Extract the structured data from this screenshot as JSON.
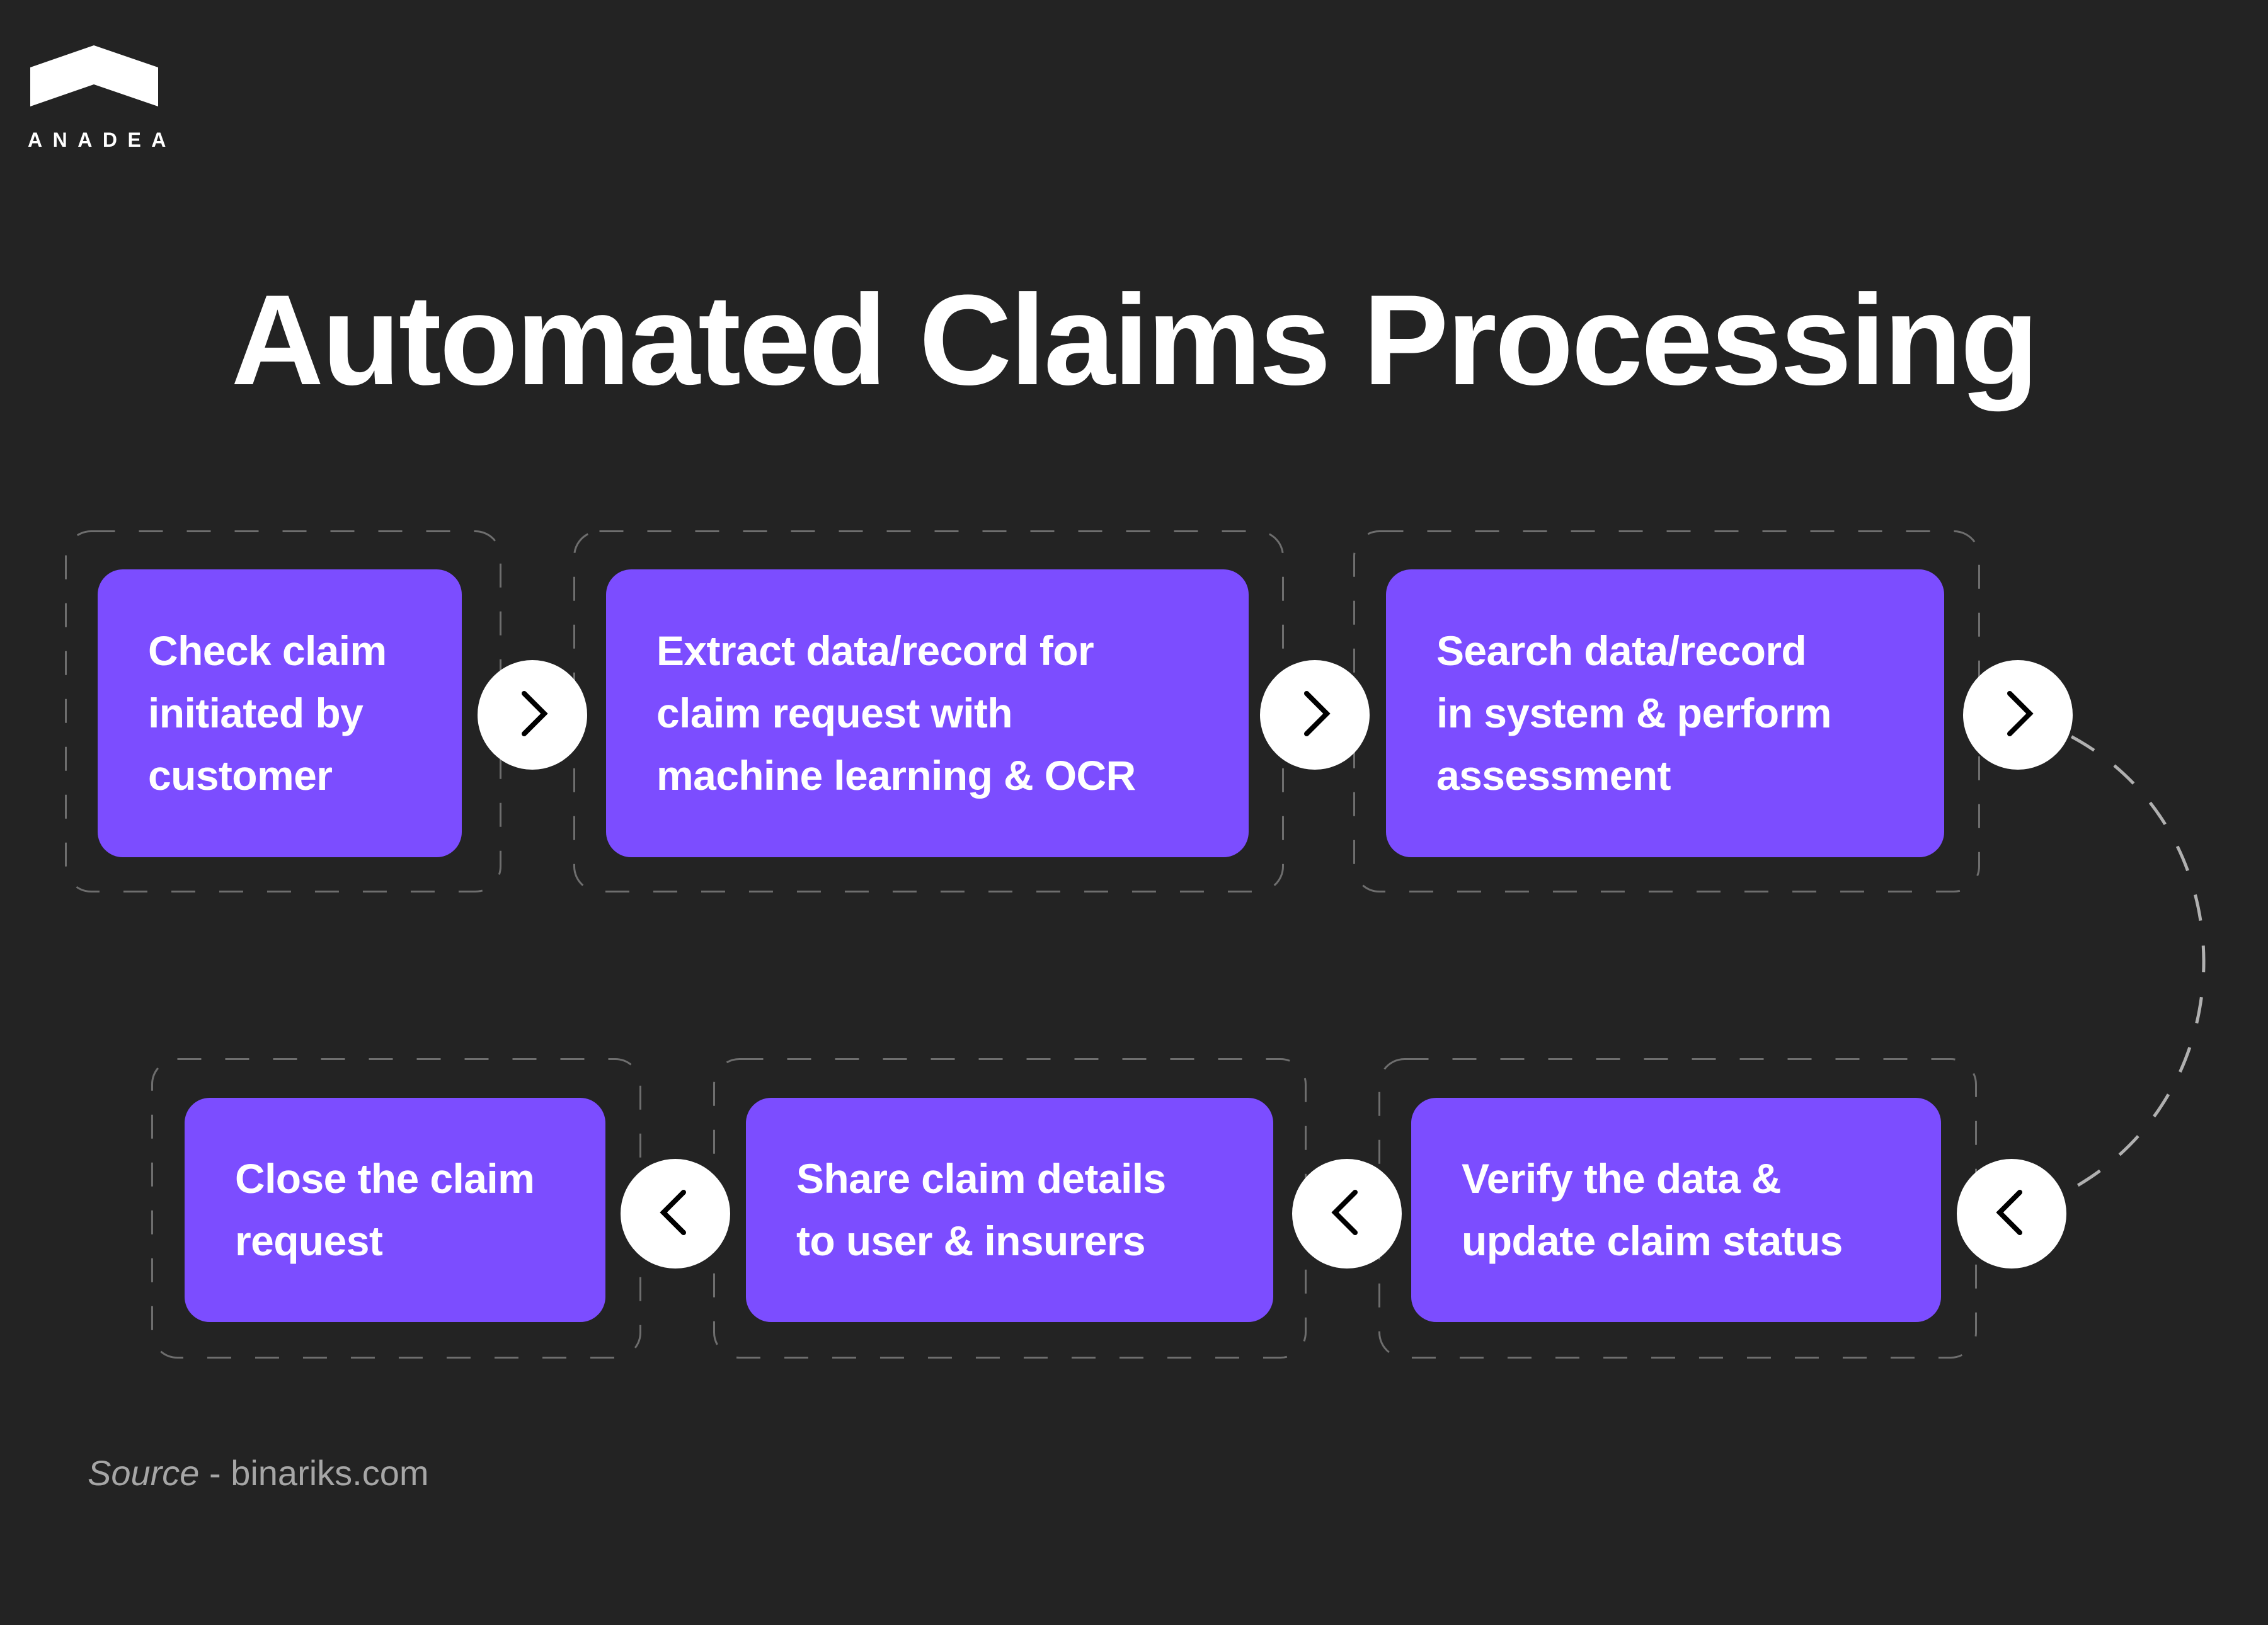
{
  "brand": {
    "logo_text": "ANADEA",
    "logo_icon": "chevron-roof-logo",
    "colors": {
      "background": "#232323",
      "card": "#7c4dff",
      "text": "#ffffff",
      "arrow_circle": "#ffffff",
      "arrow_glyph": "#000000",
      "frame_dash": "#6e6e6e",
      "connector_dash": "#b0b0b0",
      "source_text": "#a6a6a6"
    }
  },
  "title": "Automated Claims Processing",
  "steps": [
    {
      "label": "Check claim\ninitiated by\ncustomer",
      "arrow": "chevron-right"
    },
    {
      "label": "Extract data/record for\nclaim request with\nmachine learning & OCR",
      "arrow": "chevron-right"
    },
    {
      "label": "Search data/record\nin system & perform\nassessment",
      "arrow": "chevron-right"
    },
    {
      "label": "Verify the data &\nupdate claim status",
      "arrow": "chevron-left"
    },
    {
      "label": "Share claim details\nto user & insurers",
      "arrow": "chevron-left"
    },
    {
      "label": "Close the claim\nrequest",
      "arrow": "chevron-left"
    }
  ],
  "source": {
    "label": "Source",
    "separator": " - ",
    "value": "binariks.com"
  }
}
